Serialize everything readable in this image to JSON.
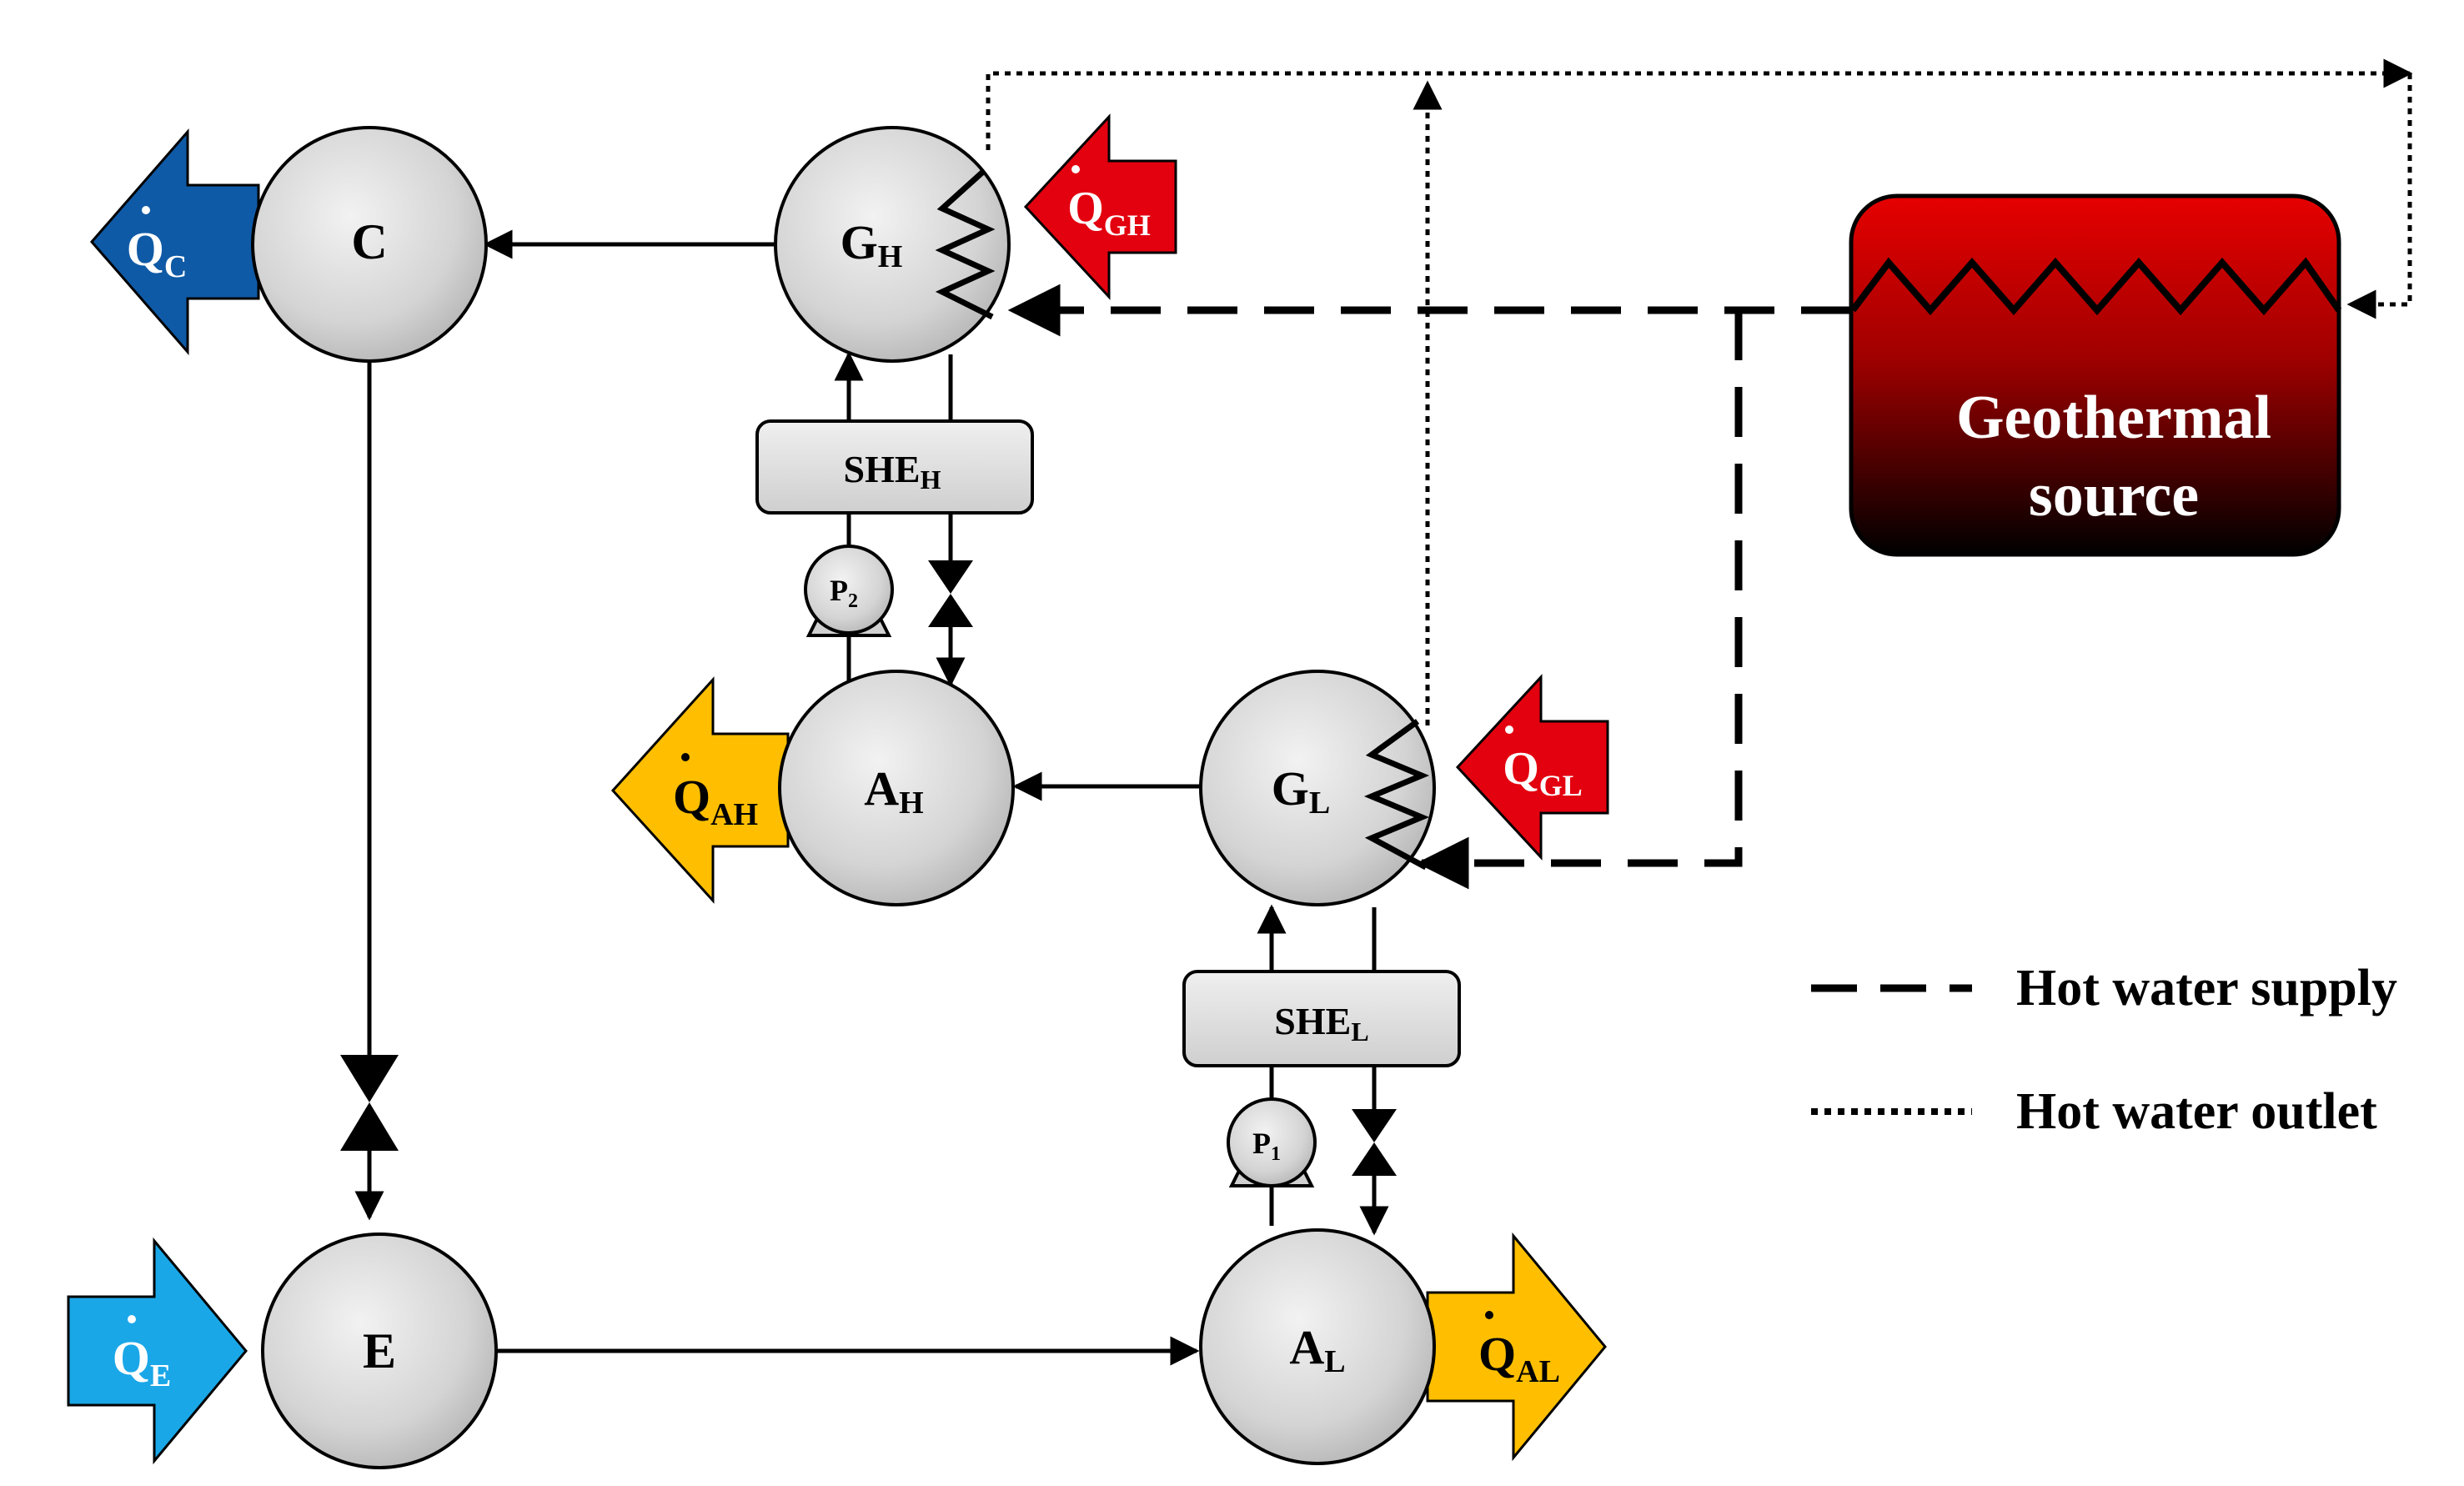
{
  "components": {
    "condenser": {
      "label": "C"
    },
    "evaporator": {
      "label": "E"
    },
    "gen_high": {
      "label": "G",
      "sub": "H"
    },
    "gen_low": {
      "label": "G",
      "sub": "L"
    },
    "abs_high": {
      "label": "A",
      "sub": "H"
    },
    "abs_low": {
      "label": "A",
      "sub": "L"
    },
    "she_high": {
      "label": "SHE",
      "sub": "H"
    },
    "she_low": {
      "label": "SHE",
      "sub": "L"
    },
    "pump_1": {
      "label": "P",
      "sub": "1"
    },
    "pump_2": {
      "label": "P",
      "sub": "2"
    }
  },
  "source": {
    "line1": "Geothermal",
    "line2": "source",
    "color_top": "#e60000",
    "color_bottom": "#000000"
  },
  "heat_flows": {
    "qc": {
      "sub": "C",
      "color": "#0f5aa6"
    },
    "qe": {
      "sub": "E",
      "color": "#1aa7e8"
    },
    "qgh": {
      "sub": "GH",
      "color": "#e3000f"
    },
    "qgl": {
      "sub": "GL",
      "color": "#e3000f"
    },
    "qah": {
      "sub": "AH",
      "color": "#ffbf00"
    },
    "qal": {
      "sub": "AL",
      "color": "#ffbf00"
    },
    "symbol": "Q"
  },
  "legend": {
    "supply": "Hot water supply",
    "outlet": "Hot water outlet"
  }
}
